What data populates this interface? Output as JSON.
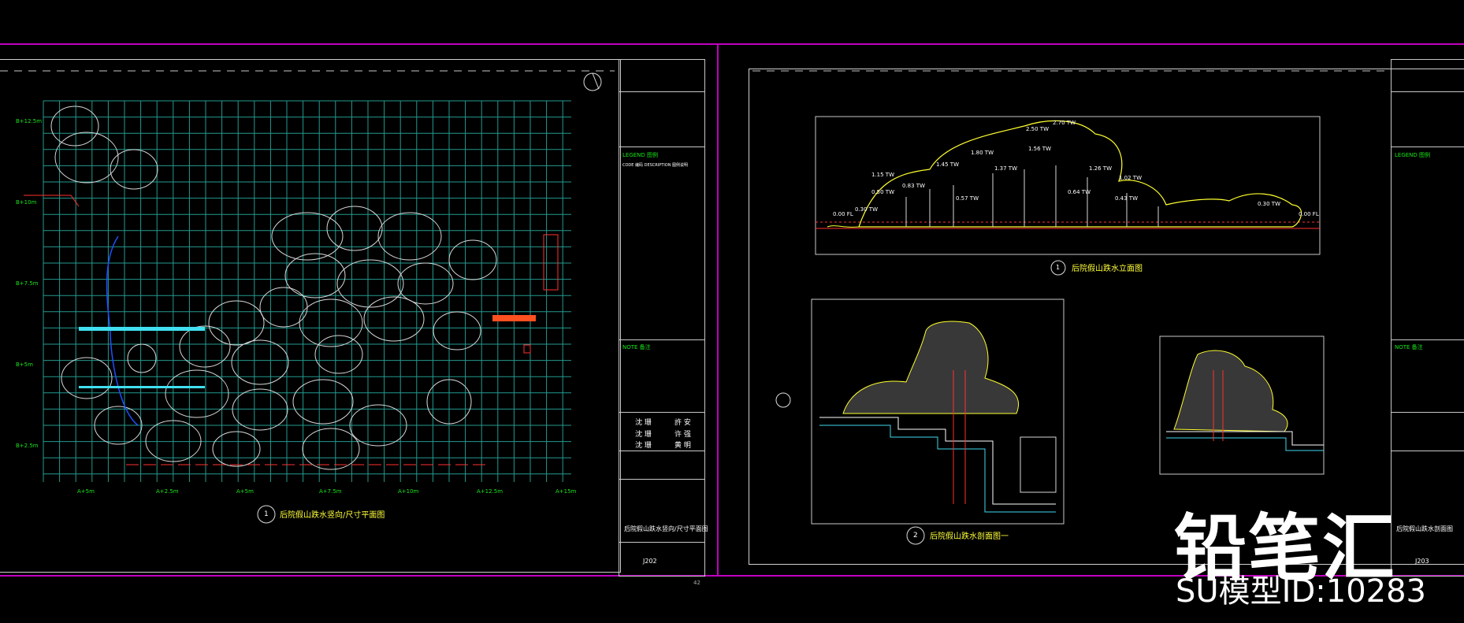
{
  "sheet_left": {
    "drawing_title": "后院假山跌水竖向/尺寸平面图",
    "drawing_number": "1",
    "sheet_no": "J202",
    "page_no": "42",
    "legend_title": "LEGEND 图例",
    "legend_header": "CODE 编码    DESCRIPTION 图例说明",
    "note_title": "NOTE 备注",
    "title_in_block": "后院假山跌水竖向/尺寸平面图",
    "grid_labels_x": [
      "A+5m",
      "A+2.5m",
      "A+5m",
      "A+7.5m",
      "A+10m",
      "A+12.5m",
      "A+15m"
    ],
    "grid_labels_y": [
      "B+12.5m",
      "B+10m",
      "B+7.5m",
      "B+5m",
      "B+2.5m"
    ],
    "signatures": [
      "沈 珊",
      "許 安",
      "沈 珊",
      "许 强",
      "沈 珊",
      "黄 明"
    ]
  },
  "sheet_right": {
    "elevation_title": "后院假山跌水立面图",
    "elevation_number": "1",
    "section_title": "后院假山跌水剖面图一",
    "section_number": "2",
    "legend_title": "LEGEND 图例",
    "note_title": "NOTE 备注",
    "sheet_no": "J203",
    "title_in_block": "后院假山跌水剖面图",
    "elev_labels": [
      "2.70 TW",
      "2.50 TW",
      "1.80 TW",
      "1.56 TW",
      "1.45 TW",
      "1.37 TW",
      "1.15 TW",
      "1.02 TW",
      "1.26 TW",
      "0.50 TW",
      "0.83 TW",
      "0.57 TW",
      "0.30 TW",
      "0.00 FL",
      "0.64 TW",
      "0.43 TW",
      "0.30 TW",
      "0.00 FL"
    ]
  },
  "watermark": {
    "brand": "铅笔汇",
    "model_id": "SU模型ID:10283"
  }
}
